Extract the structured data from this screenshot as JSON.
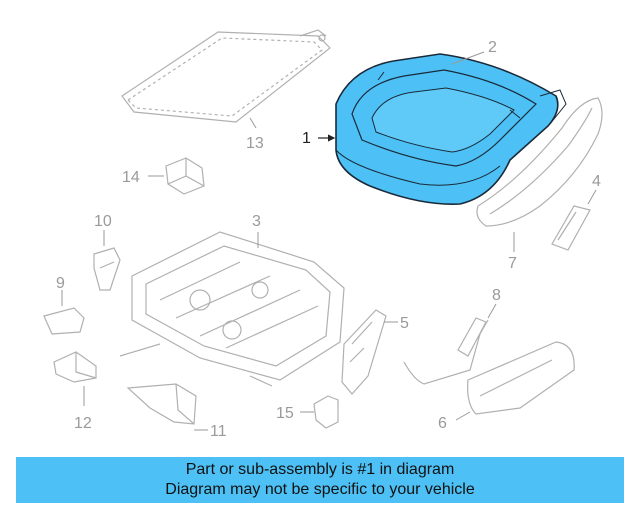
{
  "callouts": {
    "c1": "1",
    "c2": "2",
    "c3": "3",
    "c4": "4",
    "c5": "5",
    "c6": "6",
    "c7": "7",
    "c8": "8",
    "c9": "9",
    "c10": "10",
    "c11": "11",
    "c12": "12",
    "c13": "13",
    "c14": "14",
    "c15": "15"
  },
  "highlight_color": "#4dc1f5",
  "banner": {
    "line1": "Part or sub-assembly is #1 in diagram",
    "line2": "Diagram may not be specific to your vehicle"
  }
}
